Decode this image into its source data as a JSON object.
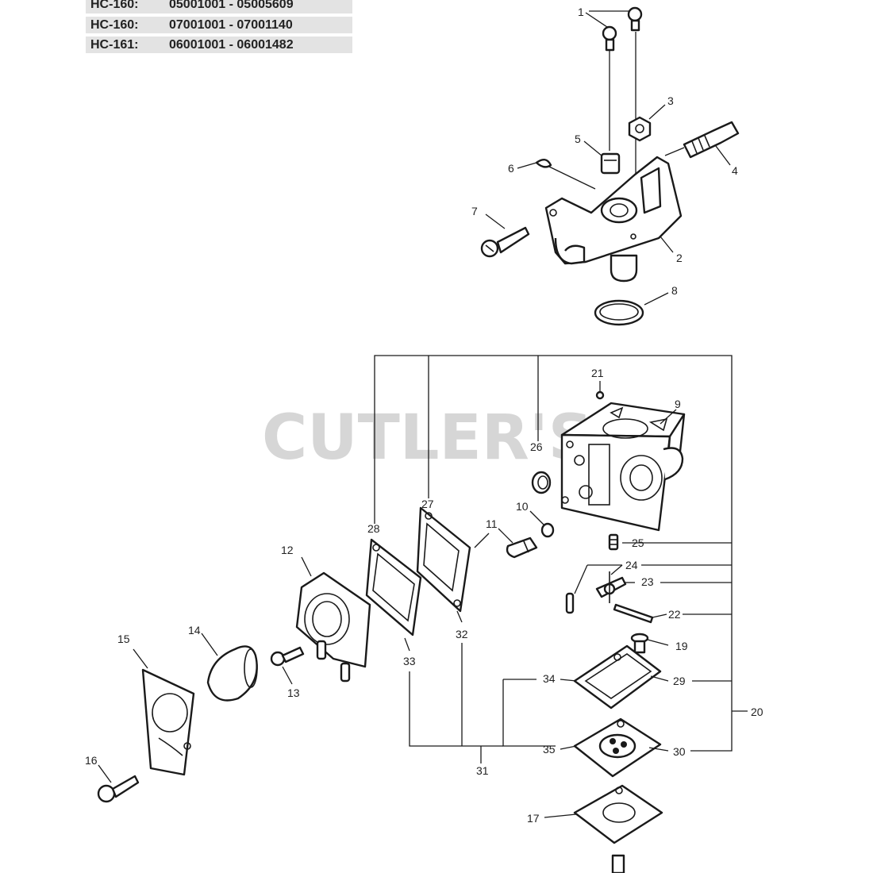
{
  "serial_table": [
    {
      "model": "HC-160:",
      "range": "05001001 - 05005609"
    },
    {
      "model": "HC-160:",
      "range": "07001001 - 07001140"
    },
    {
      "model": "HC-161:",
      "range": "06001001 - 06001482"
    }
  ],
  "watermark": "CUTLER'S",
  "callouts": {
    "c1": "1",
    "c2": "2",
    "c3": "3",
    "c4": "4",
    "c5": "5",
    "c6": "6",
    "c7": "7",
    "c8": "8",
    "c9": "9",
    "c10": "10",
    "c11": "11",
    "c12": "12",
    "c13": "13",
    "c14": "14",
    "c15": "15",
    "c16": "16",
    "c17": "17",
    "c19": "19",
    "c20": "20",
    "c21": "21",
    "c22": "22",
    "c23": "23",
    "c24": "24",
    "c25": "25",
    "c26": "26",
    "c27": "27",
    "c28": "28",
    "c29": "29",
    "c30": "30",
    "c31": "31",
    "c32": "32",
    "c33": "33",
    "c34": "34",
    "c35": "35"
  }
}
